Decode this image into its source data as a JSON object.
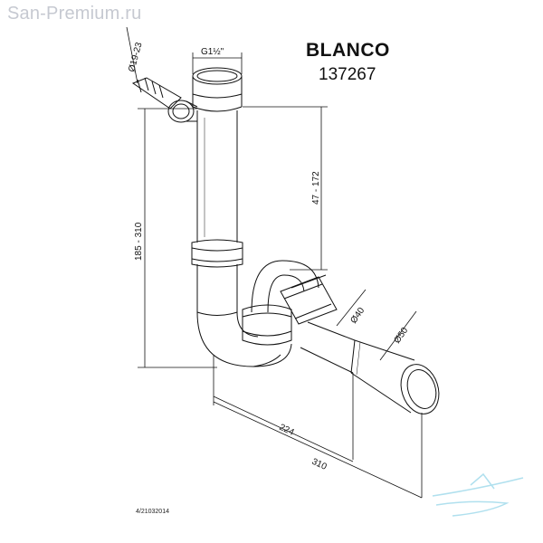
{
  "watermark": "San-Premium.ru",
  "brand": "BLANCO",
  "model_number": "137267",
  "drawing_code": "4/21032014",
  "dimensions": {
    "thread": "G1½\"",
    "side_inlet": "Ø19-23",
    "height_range": "185 - 310",
    "trap_depth": "47 - 172",
    "pipe_d40": "Ø40",
    "pipe_d50": "Ø50",
    "length_224": "224",
    "length_310": "310"
  },
  "colors": {
    "line": "#111111",
    "watermark": "#c6c9d1",
    "logo_accent": "#8fd3e8"
  }
}
